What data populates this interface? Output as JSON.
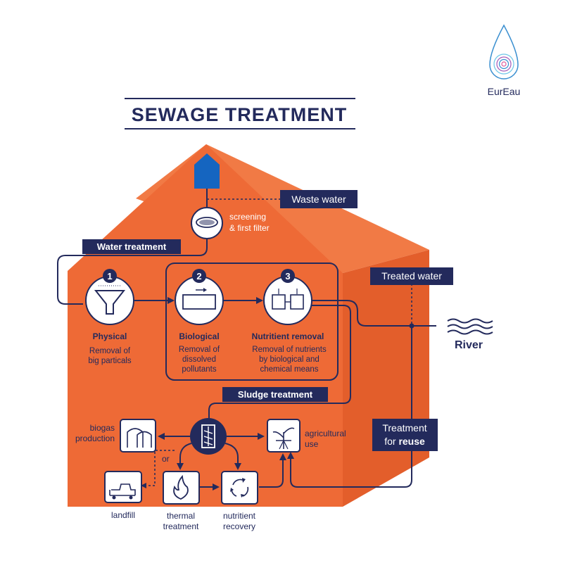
{
  "title": "SEWAGE TREATMENT",
  "brand": {
    "name": "EurEau",
    "logo": "water-drop-logo"
  },
  "labels": {
    "waste_water": "Waste water",
    "screening_line1": "screening",
    "screening_line2": "& first filter",
    "water_treatment": "Water treatment",
    "treated_water": "Treated water",
    "river": "River",
    "sludge_treatment": "Sludge treatment",
    "reuse_line1": "Treatment",
    "reuse_line2_normal": "for ",
    "reuse_line2_bold": "reuse",
    "or": "or"
  },
  "steps": [
    {
      "number": "1",
      "title": "Physical",
      "desc1": "Removal of",
      "desc2": "big particals",
      "desc3": "",
      "icon": "funnel-icon"
    },
    {
      "number": "2",
      "title": "Biological",
      "desc1": "Removal of",
      "desc2": "dissolved",
      "desc3": "pollutants",
      "icon": "tank-icon"
    },
    {
      "number": "3",
      "title": "Nutritient removal",
      "desc1": "Removal of nutrients",
      "desc2": "by biological and",
      "desc3": "chemical means",
      "icon": "double-tank-icon"
    }
  ],
  "sludge": {
    "biogas_line1": "biogas",
    "biogas_line2": "production",
    "agri_line1": "agricultural",
    "agri_line2": "use",
    "landfill": "landfill",
    "thermal_line1": "thermal",
    "thermal_line2": "treatment",
    "recovery_line1": "nutritient",
    "recovery_line2": "recovery"
  },
  "colors": {
    "navy": "#232a5c",
    "orange_front": "#ee6a36",
    "orange_roof": "#f17a45",
    "orange_side": "#e35e2b",
    "house_blue": "#1565c0",
    "water_wave": "#232a5c"
  }
}
